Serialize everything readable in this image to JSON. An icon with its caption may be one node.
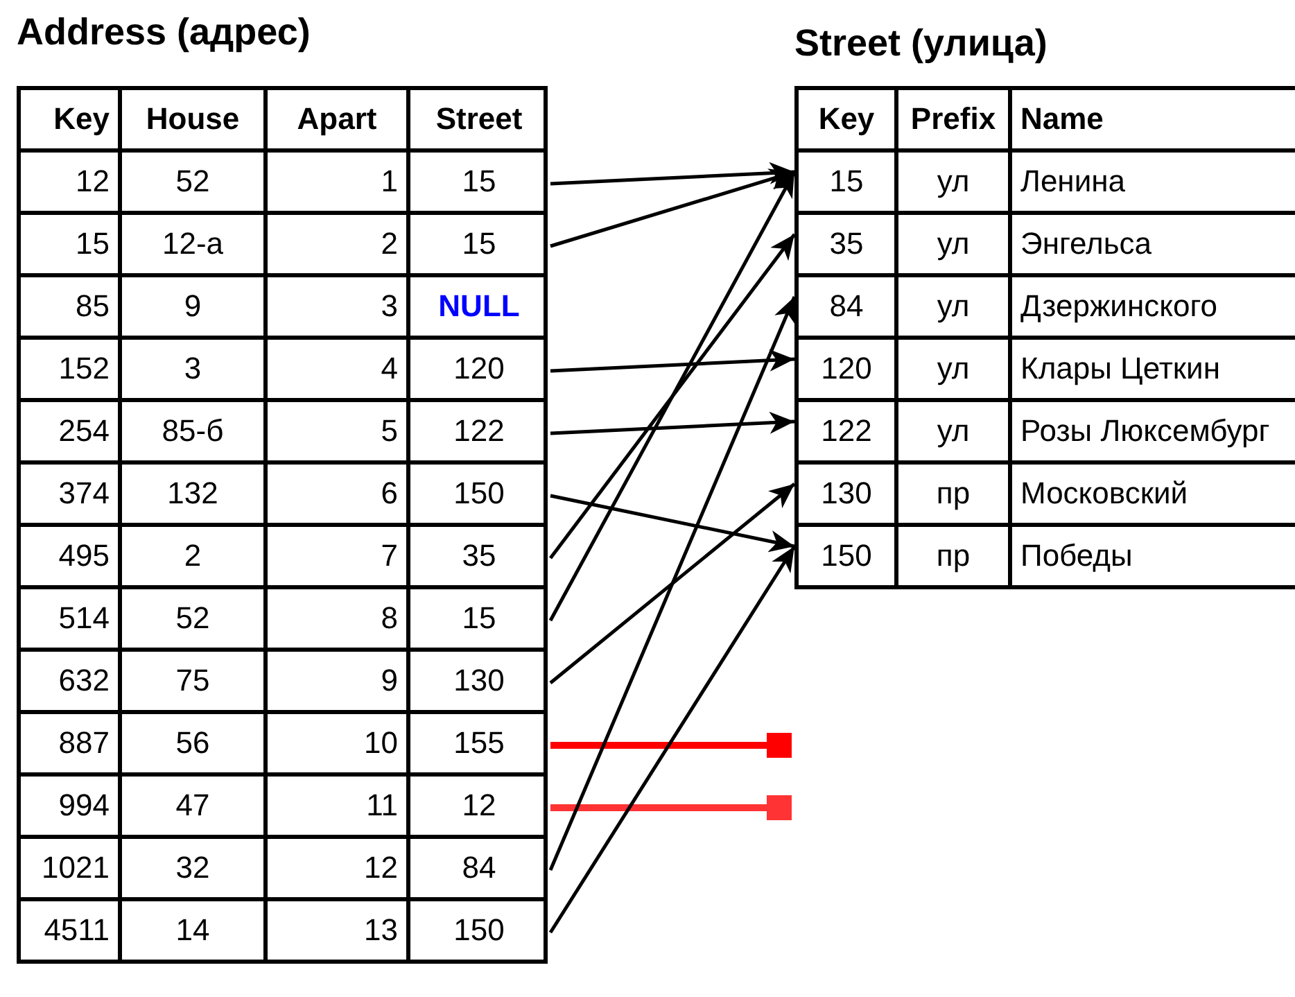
{
  "diagram": {
    "nodes": [
      {
        "text": [
          "Address (адрес)"
        ]
      },
      {
        "text": [
          "Key",
          "House",
          "Apart",
          "Street"
        ],
        "in": 0
      },
      {
        "text": [
          "12",
          "52",
          "1",
          "15"
        ],
        "in": 0
      },
      {
        "text": [
          "15",
          "12-а",
          "2",
          "15"
        ],
        "in": 0
      },
      {
        "text": [
          "85",
          "9",
          "3",
          "NULL"
        ],
        "in": 0
      },
      {
        "text": [
          "152",
          "3",
          "4",
          "120"
        ],
        "in": 0
      },
      {
        "text": [
          "254",
          "85-б",
          "5",
          "122"
        ],
        "in": 0
      },
      {
        "text": [
          "374",
          "132",
          "6",
          "150"
        ],
        "in": 0
      },
      {
        "text": [
          "495",
          "2",
          "7",
          "35"
        ],
        "in": 0
      },
      {
        "text": [
          "514",
          "52",
          "8",
          "15"
        ],
        "in": 0
      },
      {
        "text": [
          "632",
          "75",
          "9",
          "130"
        ],
        "in": 0
      },
      {
        "text": [
          "887",
          "56",
          "10",
          "155"
        ],
        "in": 0
      },
      {
        "text": [
          "994",
          "47",
          "11",
          "12"
        ],
        "in": 0
      },
      {
        "text": [
          "1021",
          "32",
          "12",
          "84"
        ],
        "in": 0
      },
      {
        "text": [
          "4511",
          "14",
          "13",
          "150"
        ],
        "in": 0
      },
      {
        "text": [
          "Street (улица)"
        ]
      },
      {
        "text": [
          "Key",
          "Prefix",
          "Name"
        ],
        "in": 15
      },
      {
        "text": [
          "15",
          "ул",
          "Ленина"
        ],
        "in": 15
      },
      {
        "text": [
          "35",
          "ул",
          "Энгельса"
        ],
        "in": 15
      },
      {
        "text": [
          "84",
          "ул",
          "Дзержинского"
        ],
        "in": 15
      },
      {
        "text": [
          "120",
          "ул",
          "Клары Цеткин"
        ],
        "in": 15
      },
      {
        "text": [
          "122",
          "ул",
          "Розы Люксембург"
        ],
        "in": 15
      },
      {
        "text": [
          "130",
          "пр",
          "Московский"
        ],
        "in": 15
      },
      {
        "text": [
          "150",
          "пр",
          "Победы"
        ],
        "in": 15
      }
    ],
    "edges": [
      {
        "from": 2,
        "to": 17,
        "arrow": "to"
      },
      {
        "from": 3,
        "to": 17,
        "arrow": "to"
      },
      {
        "from": 5,
        "to": 20,
        "arrow": "to"
      },
      {
        "from": 6,
        "to": 21,
        "arrow": "to"
      },
      {
        "from": 7,
        "to": 23,
        "arrow": "to"
      },
      {
        "from": 8,
        "to": 18,
        "arrow": "to"
      },
      {
        "from": 9,
        "to": 17,
        "arrow": "to"
      },
      {
        "from": 10,
        "to": 22,
        "arrow": "to"
      },
      {
        "from": 11,
        "to": null,
        "arrow": "other",
        "style": "thick",
        "color": "#ff0000"
      },
      {
        "from": 12,
        "to": null,
        "arrow": "other",
        "style": "thick",
        "color": "#ff3333"
      },
      {
        "from": 13,
        "to": 19,
        "arrow": "to"
      },
      {
        "from": 14,
        "to": 23,
        "arrow": "to"
      }
    ]
  }
}
